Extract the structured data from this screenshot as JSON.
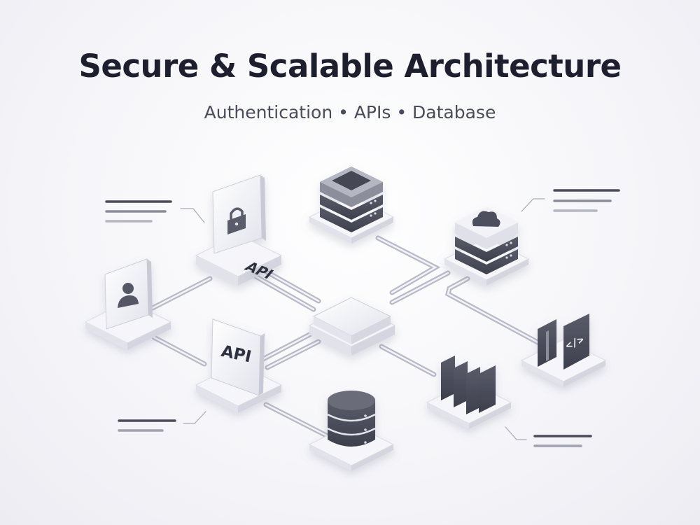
{
  "header": {
    "title": "Secure & Scalable Architecture",
    "subtitle": "Authentication • APIs • Database"
  },
  "nodes": {
    "api_hub": {
      "label": "API",
      "icon": "api-icon"
    },
    "api_gateway": {
      "label": "API",
      "icon": "api-icon"
    },
    "auth": {
      "icon": "lock-icon"
    },
    "user": {
      "icon": "user-icon"
    },
    "server": {
      "icon": "server-icon"
    },
    "cloud_server": {
      "icon": "cloud-server-icon"
    },
    "code": {
      "label": "</>",
      "icon": "code-icon"
    },
    "storage": {
      "icon": "storage-panels-icon"
    },
    "database": {
      "icon": "database-icon"
    }
  },
  "colors": {
    "background": "#f4f4f8",
    "platform": "#f7f7fb",
    "dark_block": "#4a4c5a",
    "connector": "#b9bbc8",
    "title": "#1d1f2e",
    "subtitle": "#4a4c5c"
  }
}
